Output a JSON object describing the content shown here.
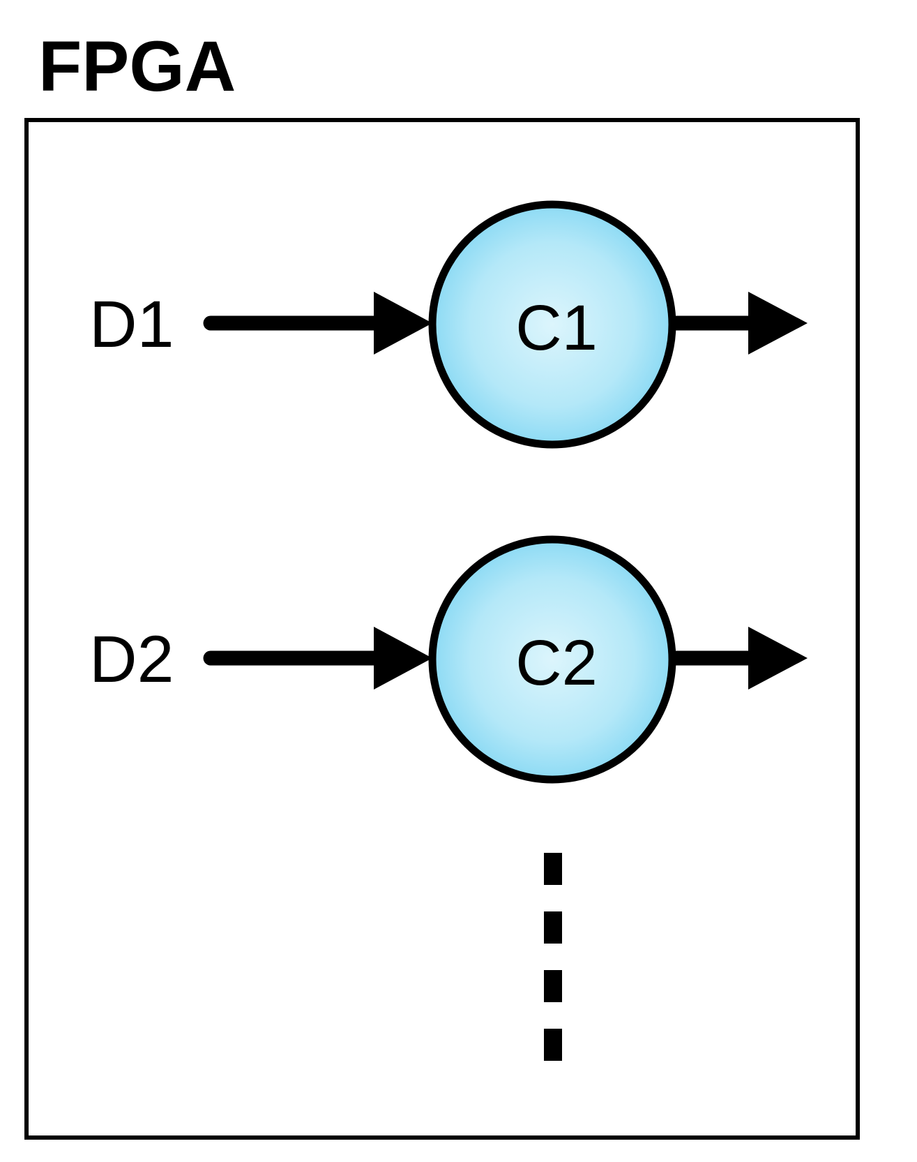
{
  "diagram": {
    "title": "FPGA",
    "rows": [
      {
        "input_label": "D1",
        "node_label": "C1"
      },
      {
        "input_label": "D2",
        "node_label": "C2"
      }
    ],
    "continuation": "vertical-ellipsis",
    "colors": {
      "node_center": "#DCF5FC",
      "node_mid": "#B4E8F8",
      "node_edge": "#6FD0F1",
      "line": "#000000",
      "background": "#FFFFFF"
    }
  }
}
